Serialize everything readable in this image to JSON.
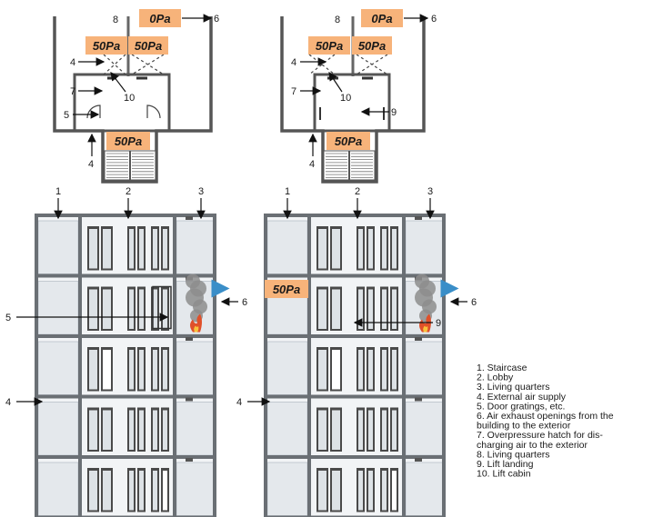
{
  "plans": [
    {
      "top_pressure": "0Pa",
      "shaft_pressures": [
        "50Pa",
        "50Pa"
      ],
      "stair_pressure": "50Pa",
      "labels": [
        "8",
        "6",
        "4",
        "7",
        "10",
        "5",
        "4"
      ]
    },
    {
      "top_pressure": "0Pa",
      "shaft_pressures": [
        "50Pa",
        "50Pa"
      ],
      "stair_pressure": "50Pa",
      "labels": [
        "8",
        "6",
        "4",
        "7",
        "10",
        "9",
        "4"
      ]
    }
  ],
  "elevations": [
    {
      "top_labels": [
        "1",
        "2",
        "3"
      ],
      "side_labels": [
        "5",
        "6",
        "4"
      ],
      "pressure": ""
    },
    {
      "top_labels": [
        "1",
        "2",
        "3"
      ],
      "side_labels": [
        "6",
        "9",
        "4"
      ],
      "pressure": "50Pa"
    }
  ],
  "legend": [
    "1. Staircase",
    "2. Lobby",
    "3. Living quarters",
    "4. External air supply",
    "5. Door gratings, etc.",
    "6. Air exhaust openings from the",
    "building to the exterior",
    "7. Overpressure hatch for dis-",
    "charging air to the exterior",
    "8. Living quarters",
    "9. Lift landing",
    "10. Lift cabin"
  ],
  "colors": {
    "pressure_box": "#f7b37a",
    "exhaust_arrow": "#3a8ec8",
    "fire": "#e0502a"
  }
}
